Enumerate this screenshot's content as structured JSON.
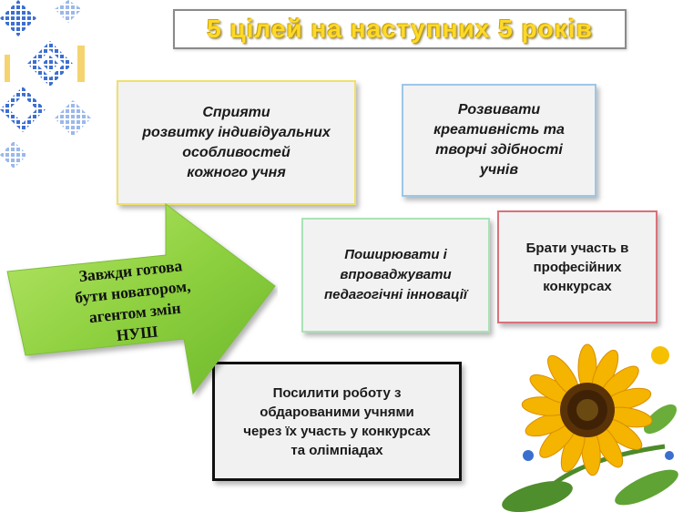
{
  "title": "5 цілей на наступних 5 років",
  "goals": [
    "Сприяти\nрозвитку індивідуальних\nособливостей\nкожного учня",
    "Розвивати\nкреативність та\nтворчі здібності\nучнів",
    "Поширювати і\nвпроваджувати\nпедагогічні інновації",
    "Брати  участь в\nпрофесійних\nконкурсах",
    "Посилити роботу з\nобдарованими учнями\nчерез їх участь у  конкурсах\nта олімпіадах"
  ],
  "arrow_text": "Завжди готова\nбути новатором,\nагентом змін\nНУШ"
}
